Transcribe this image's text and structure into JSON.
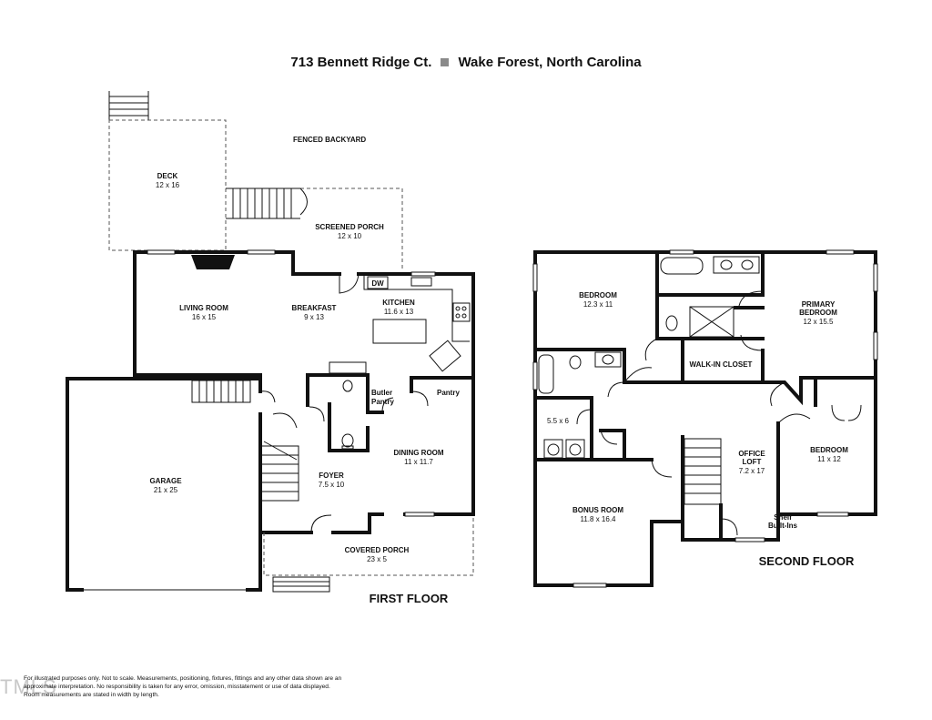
{
  "header": {
    "address": "713 Bennett Ridge Ct.",
    "city": "Wake Forest, North Carolina"
  },
  "first_floor": {
    "title": "FIRST FLOOR",
    "fenced_backyard": "FENCED BACKYARD",
    "rooms": {
      "deck": {
        "name": "DECK",
        "dims": "12 x 16"
      },
      "screened_porch": {
        "name": "SCREENED PORCH",
        "dims": "12 x 10"
      },
      "living_room": {
        "name": "LIVING ROOM",
        "dims": "16 x 15"
      },
      "breakfast": {
        "name": "BREAKFAST",
        "dims": "9 x 13"
      },
      "kitchen": {
        "name": "KITCHEN",
        "dims": "11.6 x 13"
      },
      "garage": {
        "name": "GARAGE",
        "dims": "21 x 25"
      },
      "foyer": {
        "name": "FOYER",
        "dims": "7.5 x 10"
      },
      "dining_room": {
        "name": "DINING ROOM",
        "dims": "11 x 11.7"
      },
      "covered_porch": {
        "name": "COVERED PORCH",
        "dims": "23 x 5"
      }
    },
    "labels": {
      "dw": "DW",
      "butler_pantry_1": "Butler",
      "butler_pantry_2": "Pantry",
      "pantry": "Pantry"
    }
  },
  "second_floor": {
    "title": "SECOND FLOOR",
    "rooms": {
      "bedroom_nw": {
        "name": "BEDROOM",
        "dims": "12.3 x 11"
      },
      "primary_bedroom": {
        "name_1": "PRIMARY",
        "name_2": "BEDROOM",
        "dims": "12 x 15.5"
      },
      "walk_in_closet": {
        "name": "WALK-IN CLOSET"
      },
      "laundry": {
        "dims": "5.5 x 6"
      },
      "office_loft": {
        "name_1": "OFFICE",
        "name_2": "LOFT",
        "dims": "7.2 x 17"
      },
      "bedroom_e": {
        "name": "BEDROOM",
        "dims": "11 x 12"
      },
      "bonus_room": {
        "name": "BONUS ROOM",
        "dims": "11.8 x 16.4"
      }
    },
    "labels": {
      "shelf": "Shelf",
      "built_ins": "Built-Ins"
    }
  },
  "disclaimer": {
    "line1": "For illustrated purposes only. Not to scale. Measurements, positioning, fixtures, fittings and any other data shown are an",
    "line2": "approximate interpretation. No responsibility is taken for any error, omission, misstatement or use of data displayed.",
    "line3": "Room measurements are stated in width by length."
  },
  "watermark": "TMLS"
}
